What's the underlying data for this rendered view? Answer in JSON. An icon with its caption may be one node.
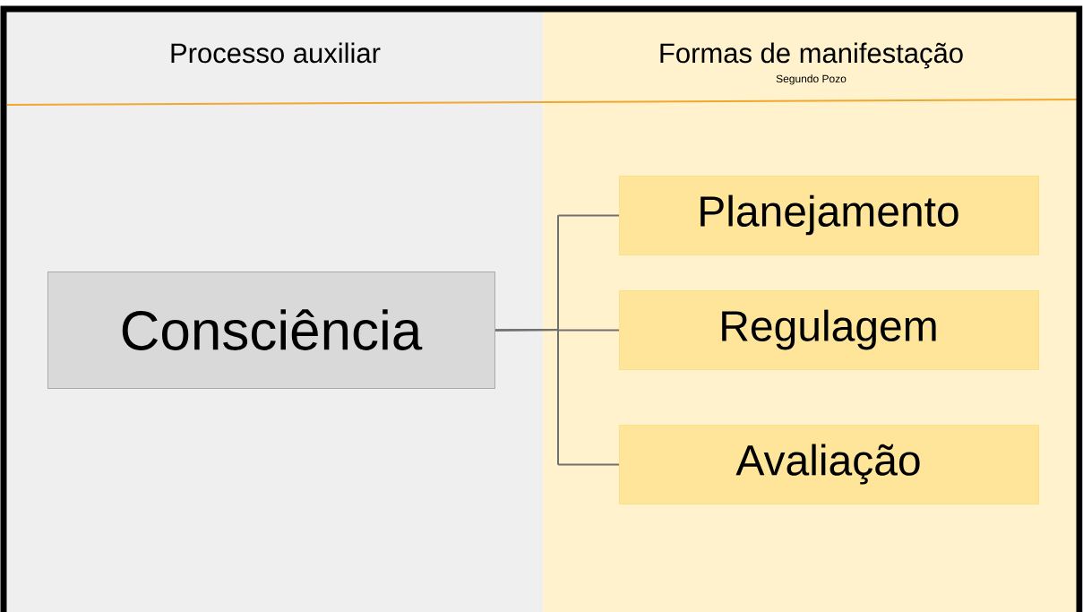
{
  "diagram": {
    "nodes": [
      {
        "text": [
          "Processo auxiliar"
        ]
      },
      {
        "text": [
          "Consciência"
        ],
        "in": 0
      },
      {
        "text": [
          "Formas de manifestação",
          "Segundo Pozo"
        ]
      },
      {
        "text": [
          "Planejamento"
        ],
        "in": 2
      },
      {
        "text": [
          "Regulagem"
        ],
        "in": 2
      },
      {
        "text": [
          "Avaliação"
        ],
        "in": 2
      }
    ],
    "edges": [
      {
        "from": 1,
        "to": 3,
        "arrow": "none"
      },
      {
        "from": 1,
        "to": 4,
        "arrow": "none"
      },
      {
        "from": 1,
        "to": 5,
        "arrow": "none"
      }
    ]
  }
}
